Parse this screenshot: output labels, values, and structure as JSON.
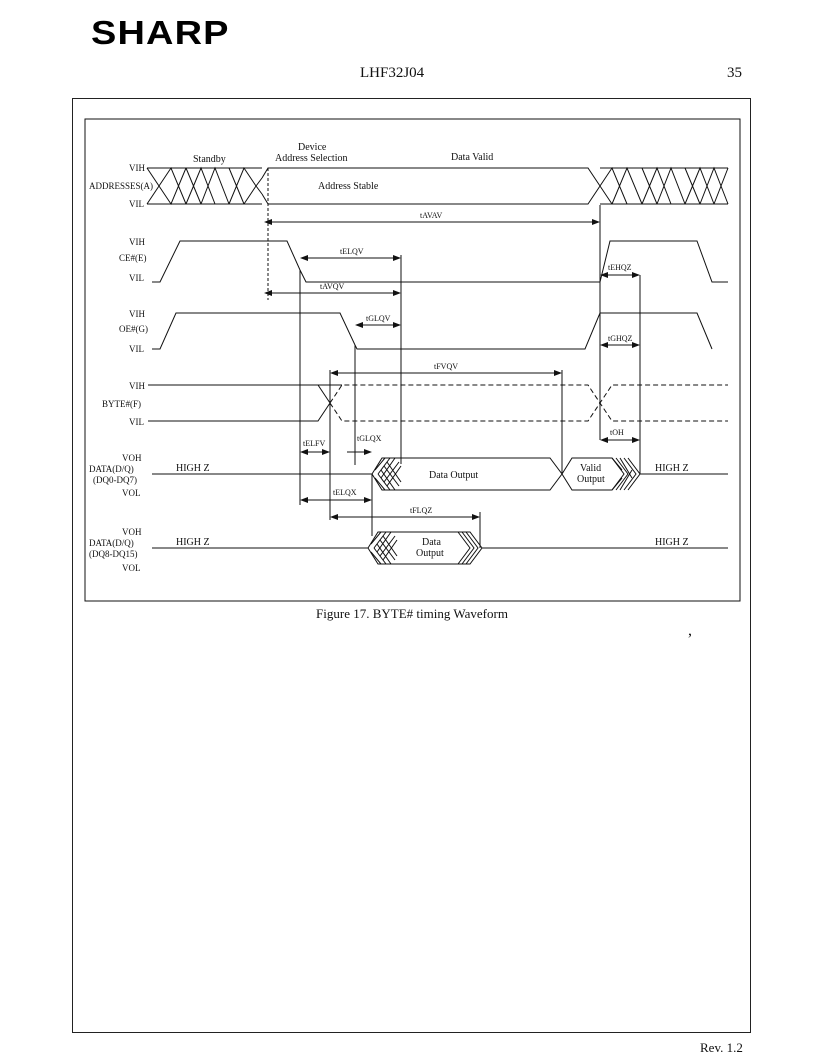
{
  "header": {
    "logo_text": "SHARP",
    "doc_id": "LHF32J04",
    "page_number": "35"
  },
  "figure": {
    "caption": "Figure 17.  BYTE# timing Waveform",
    "phase_labels": {
      "standby": "Standby",
      "device": "Device",
      "address_selection": "Address Selection",
      "data_valid": "Data Valid"
    },
    "address_stable": "Address Stable",
    "signals": {
      "addresses": "ADDRESSES(A)",
      "ce": "CE#(E)",
      "oe": "OE#(G)",
      "byte": "BYTE#(F)",
      "data_low": {
        "line1": "DATA(D/Q)",
        "line2": "(DQ0-DQ7)"
      },
      "data_high": {
        "line1": "DATA(D/Q)",
        "line2": "(DQ8-DQ15)"
      }
    },
    "levels": {
      "vih": "VIH",
      "vil": "VIL",
      "voh": "VOH",
      "vol": "VOL"
    },
    "states": {
      "high_z": "HIGH Z",
      "data_output": "Data Output",
      "valid": "Valid",
      "output": "Output",
      "data": "Data"
    },
    "timing": {
      "tavav": "tAVAV",
      "telqv": "tELQV",
      "tavqv": "tAVQV",
      "tehqz": "tEHQZ",
      "tglqv": "tGLQV",
      "tghqz": "tGHQZ",
      "tfvqv": "tFVQV",
      "toh": "tOH",
      "telfv": "tELFV",
      "tglqx": "tGLQX",
      "telqx": "tELQX",
      "tflqz": "tFLQZ"
    }
  },
  "footer": {
    "revision": "Rev. 1.2"
  }
}
